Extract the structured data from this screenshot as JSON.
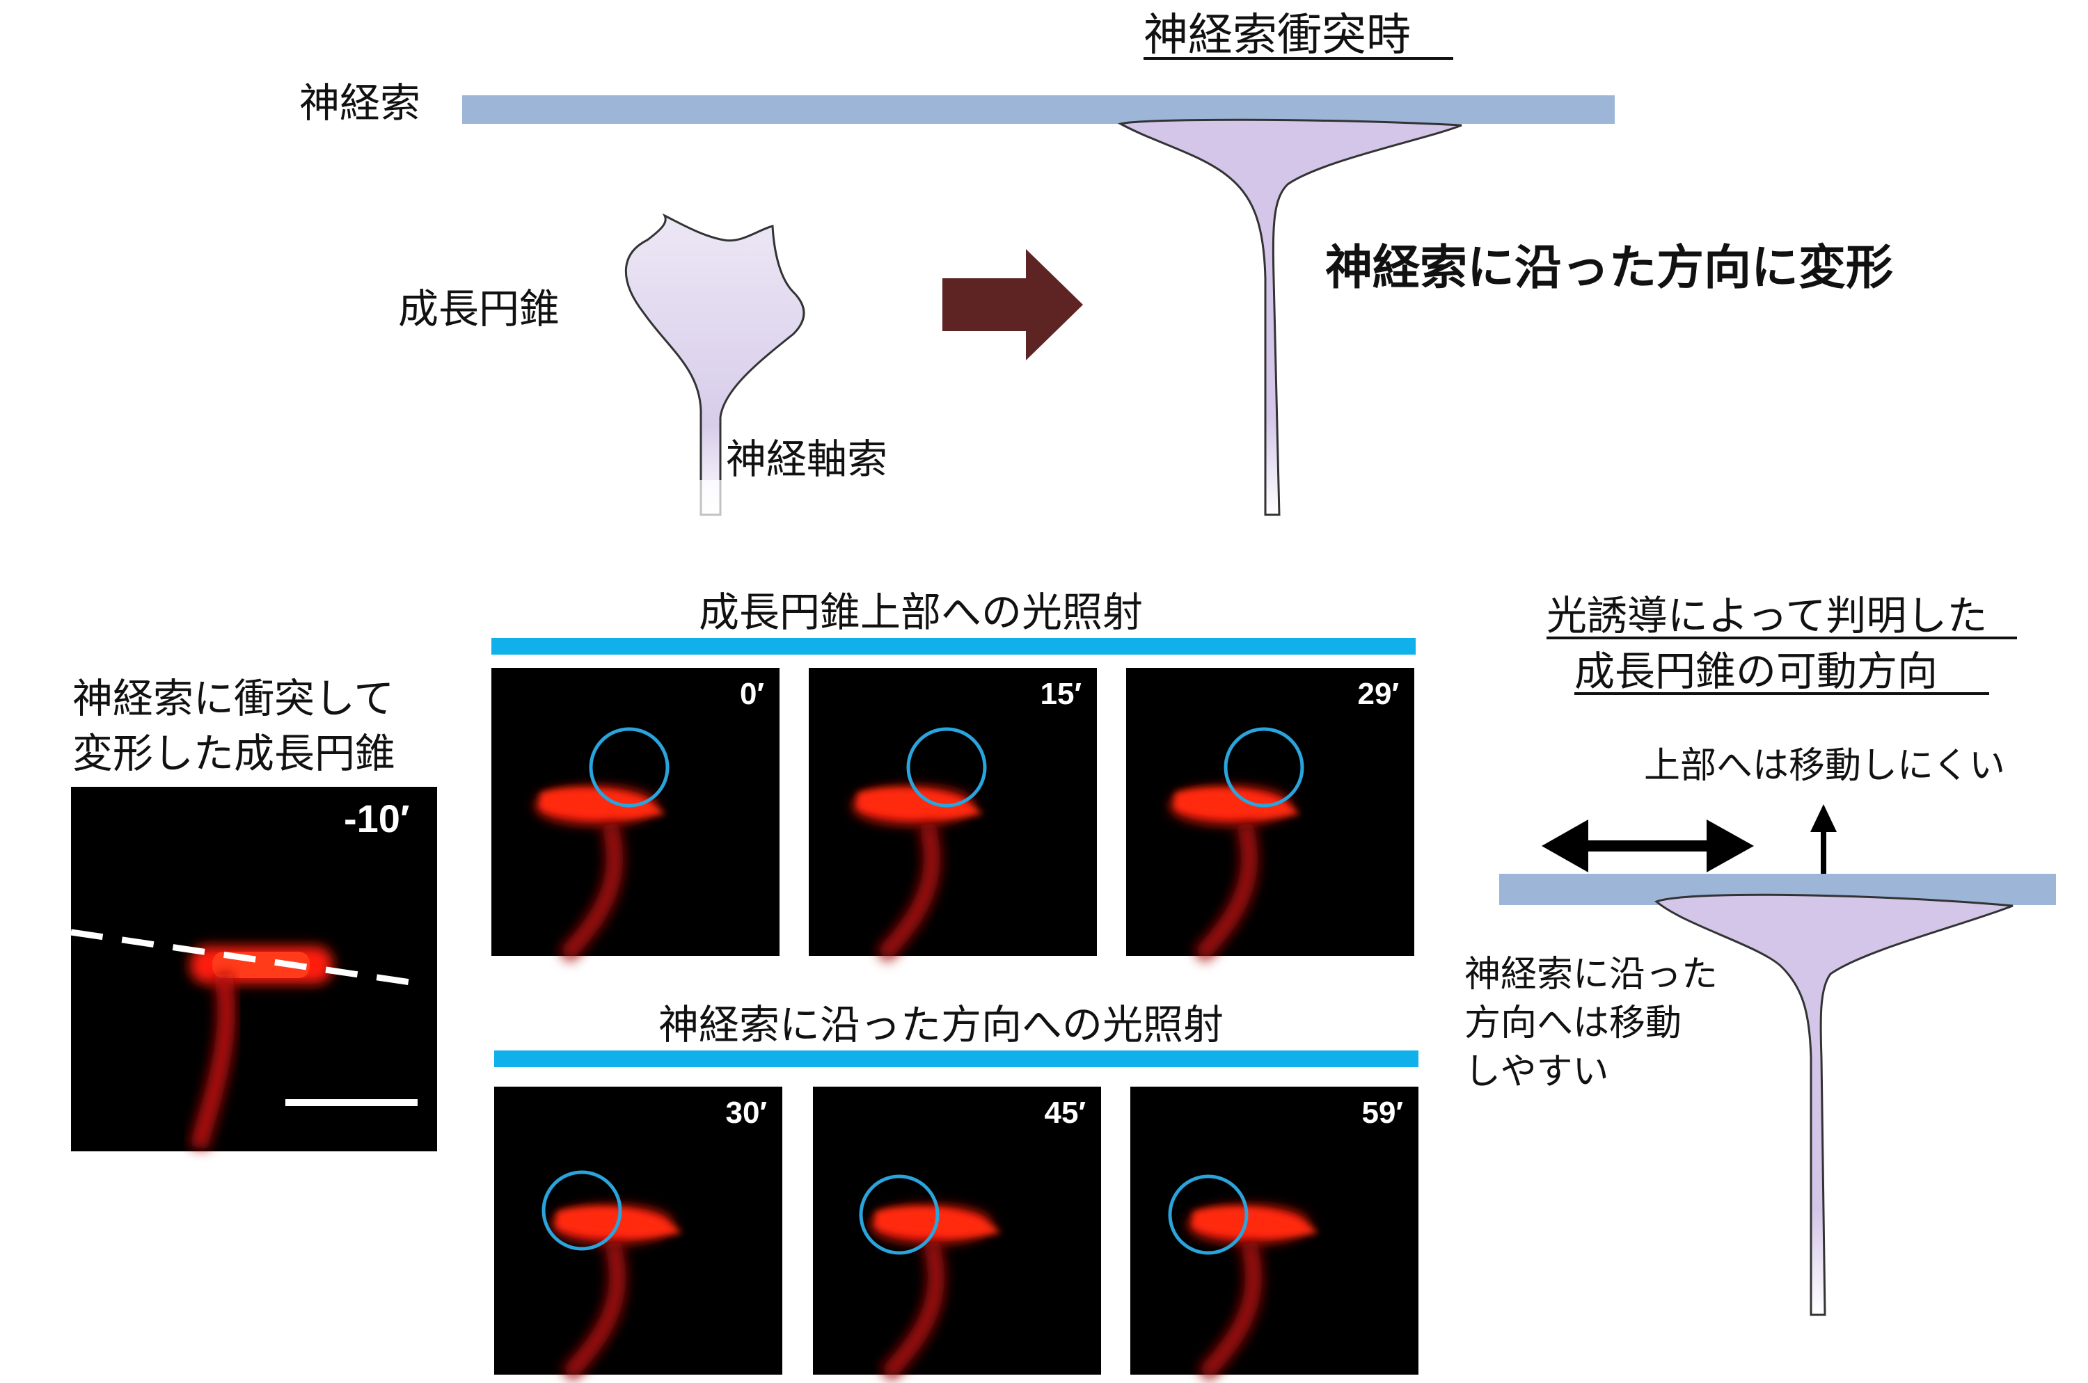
{
  "top": {
    "title": "神経索衝突時",
    "label_nerve_cord": "神経索",
    "label_growth_cone": "成長円錐",
    "label_axon": "神経軸索",
    "label_deform": "神経索に沿った方向に変形"
  },
  "left": {
    "caption_line1": "神経索に衝突して",
    "caption_line2": "変形した成長円錐",
    "time": "-10′"
  },
  "middle": {
    "upper_title": "成長円錐上部への光照射",
    "upper_times": [
      "0′",
      "15′",
      "29′"
    ],
    "lower_title": "神経索に沿った方向への光照射",
    "lower_times": [
      "30′",
      "45′",
      "59′"
    ]
  },
  "right": {
    "title_line1": "光誘導によって判明した",
    "title_line2": "成長円錐の可動方向",
    "label_up": "上部へは移動しにくい",
    "label_along_line1": "神経索に沿った",
    "label_along_line2": "方向へは移動",
    "label_along_line3": "しやすい"
  },
  "colors": {
    "nerve_cord": "#9db6d8",
    "growth_cone_fill": "#d8cdea",
    "arrow_dark": "#5e2323",
    "cyan_bar": "#10b1ea",
    "circle": "#2aa4dc",
    "cell_red": "#ff1a0a"
  }
}
